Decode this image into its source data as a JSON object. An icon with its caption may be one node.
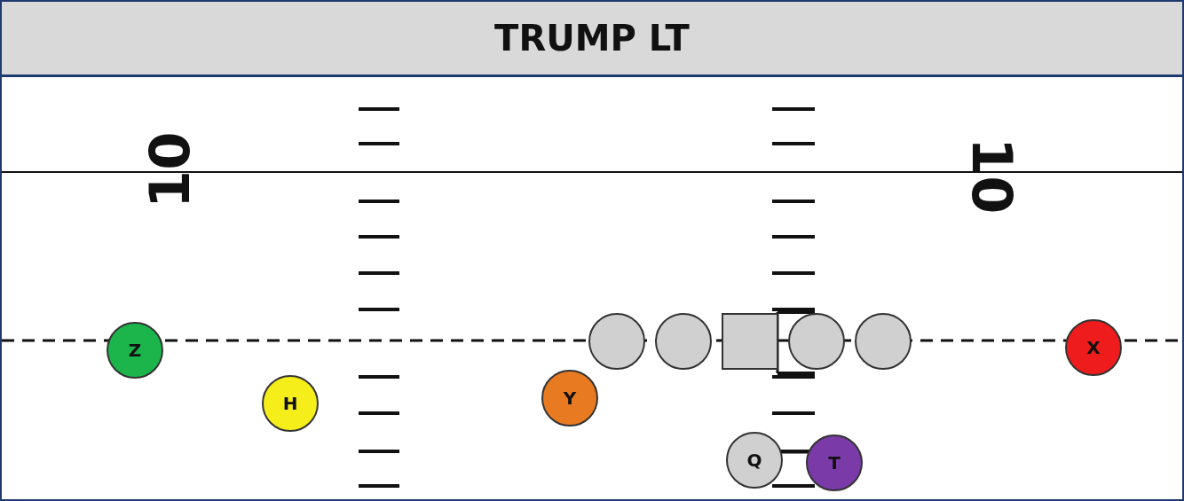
{
  "diagram": {
    "title": "TRUMP LT",
    "nodes": [
      {
        "text": [
          "Z"
        ]
      },
      {
        "text": [],
        "shape": "circle"
      },
      {
        "text": [],
        "shape": "circle"
      },
      {
        "text": [],
        "shape": "box"
      },
      {
        "text": [],
        "shape": "circle"
      },
      {
        "text": [],
        "shape": "circle"
      },
      {
        "text": [
          "X"
        ]
      },
      {
        "text": [
          "H"
        ]
      },
      {
        "text": [
          "Y"
        ]
      },
      {
        "text": [
          "Q"
        ]
      },
      {
        "text": [
          "T"
        ]
      }
    ],
    "edges": [],
    "labels": [
      "10",
      "10"
    ]
  }
}
